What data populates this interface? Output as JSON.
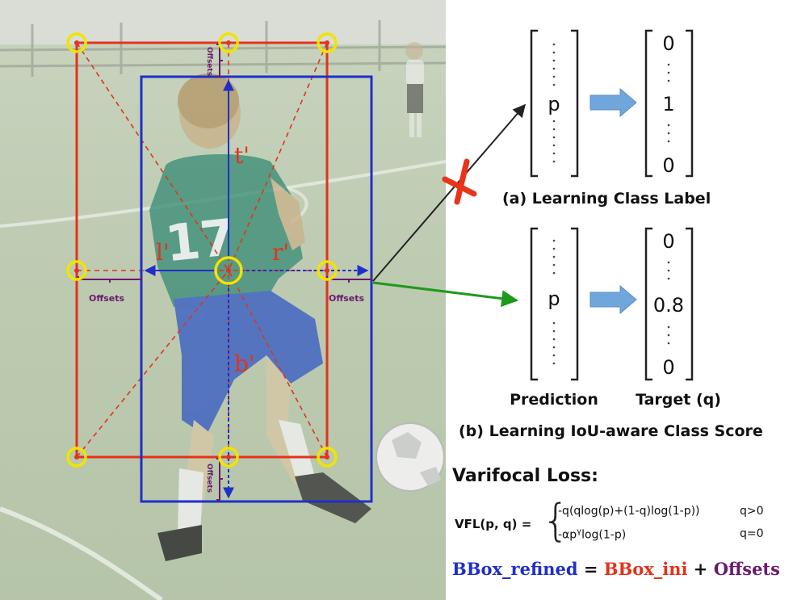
{
  "diagram": {
    "box_labels": {
      "top": "t'",
      "left": "l'",
      "right": "r'",
      "bottom": "b'"
    },
    "offsets_labels": {
      "top": "Offsets",
      "left": "Offsets",
      "right": "Offsets",
      "bottom": "Offsets"
    },
    "jersey_number": "17",
    "panel_a": {
      "prediction_value": "p",
      "target_values": [
        "0",
        "1",
        "0"
      ],
      "caption": "(a) Learning Class Label"
    },
    "panel_b": {
      "prediction_value": "p",
      "target_values": [
        "0",
        "0.8",
        "0"
      ],
      "prediction_label": "Prediction",
      "target_label": "Target (q)",
      "caption": "(b) Learning IoU-aware Class Score"
    },
    "loss": {
      "title": "Varifocal Loss:",
      "lhs": "VFL(p, q) =",
      "case1_expr": "-q(qlog(p)+(1-q)log(1-p))",
      "case1_cond": "q>0",
      "case2_expr": "-αp",
      "case2_sup": "γ",
      "case2_rest": "log(1-p)",
      "case2_cond": "q=0"
    },
    "equation": {
      "refined": "BBox_refined",
      "equals": " = ",
      "ini": "BBox_ini",
      "plus": " + ",
      "offsets": "Offsets"
    },
    "colors": {
      "initial_box": "#e2331c",
      "refined_box": "#1f2fc8",
      "offsets": "#6a1a6e",
      "keypoint": "#f2e400",
      "wrong_arrow": "#222222",
      "right_arrow": "#1d9a1d",
      "cross": "#e8341a",
      "block_arrow": "#6fa6dc"
    }
  }
}
